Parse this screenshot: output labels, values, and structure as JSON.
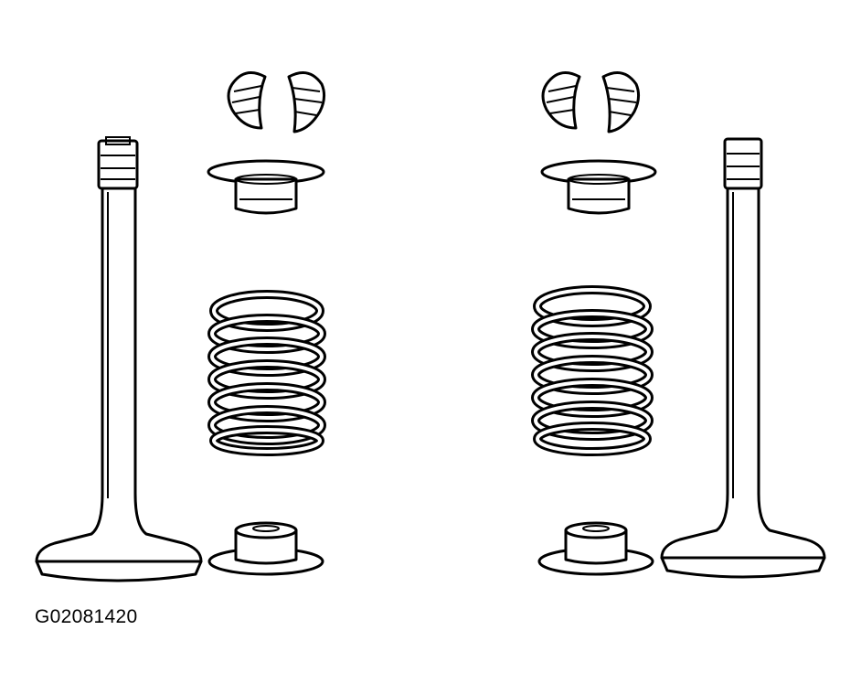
{
  "figure": {
    "code": "G02081420"
  },
  "parts": {
    "left_assembly": [
      "valve",
      "valve-keepers",
      "spring-retainer",
      "valve-spring",
      "spring-seat"
    ],
    "right_assembly": [
      "valve",
      "valve-keepers",
      "spring-retainer",
      "valve-spring",
      "spring-seat"
    ]
  },
  "colors": {
    "line": "#000000",
    "background": "#ffffff"
  }
}
